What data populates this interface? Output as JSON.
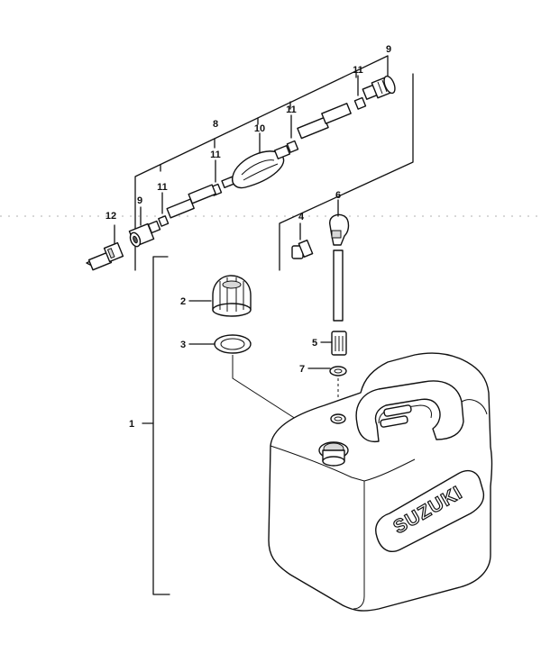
{
  "diagram": {
    "callouts": {
      "c1": "1",
      "c2": "2",
      "c3": "3",
      "c4": "4",
      "c5": "5",
      "c6": "6",
      "c7": "7",
      "c8": "8",
      "c9a": "9",
      "c9b": "9",
      "c10": "10",
      "c11a": "11",
      "c11b": "11",
      "c11c": "11",
      "c11d": "11",
      "c12": "12"
    },
    "tank_brand": "SUZUKI"
  }
}
